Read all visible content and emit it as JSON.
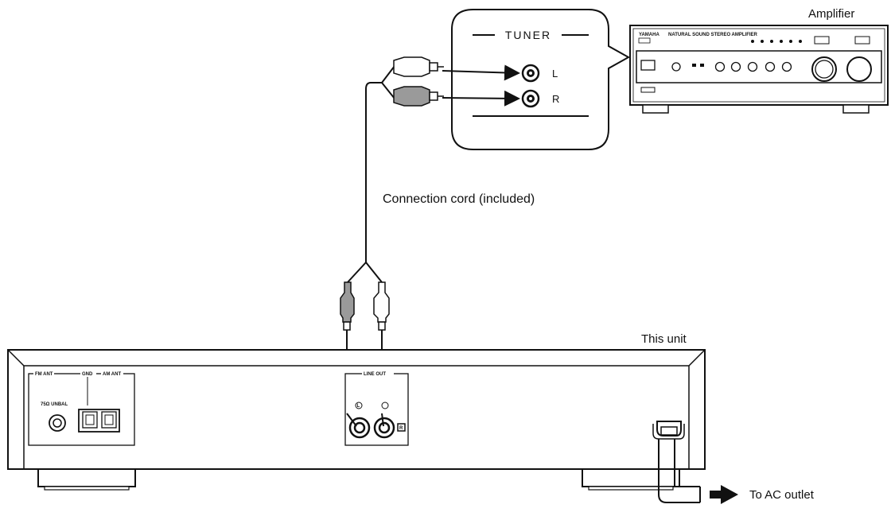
{
  "labels": {
    "amplifier": "Amplifier",
    "tuner": "TUNER",
    "left": "L",
    "right": "R",
    "cord": "Connection cord (included)",
    "this_unit": "This unit",
    "ac": "To AC outlet"
  },
  "rear_panel": {
    "fm_ant": "FM ANT",
    "gnd": "GND",
    "am_ant": "AM ANT",
    "unbal": "75Ω UNBAL",
    "line_out": "LINE OUT",
    "jack_l": "L",
    "jack_r": "R"
  },
  "amp_front": {
    "brand": "YAMAHA",
    "model_text": "NATURAL SOUND STEREO AMPLIFIER"
  },
  "colors": {
    "line": "#111111",
    "plug_gray": "#9a9a9a",
    "plug_white": "#ffffff"
  }
}
